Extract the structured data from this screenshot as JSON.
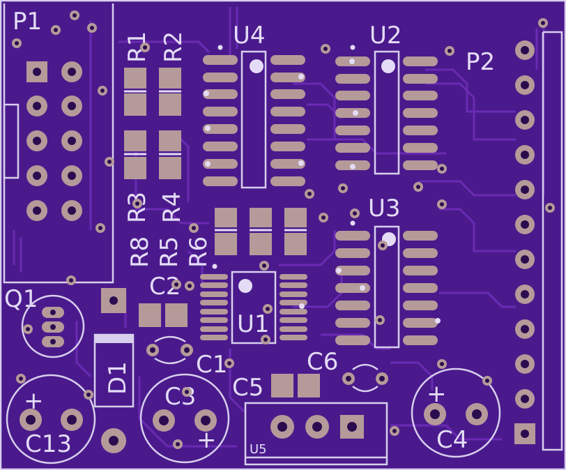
{
  "board": {
    "background": "#4a1a8c",
    "trace_color": "#6a2bb3",
    "silk_color": "#d8cfee",
    "pad_color": "#b59a9a"
  },
  "labels": {
    "P1": "P1",
    "P2": "P2",
    "U1": "U1",
    "U2": "U2",
    "U3": "U3",
    "U4": "U4",
    "U5": "U5",
    "R1": "R1",
    "R2": "R2",
    "R3": "R3",
    "R4": "R4",
    "R5": "R5",
    "R6": "R6",
    "R8": "R8",
    "C1": "C1",
    "C2": "C2",
    "C3": "C3",
    "C4": "C4",
    "C5": "C5",
    "C6": "C6",
    "C13": "C13",
    "Q1": "Q1",
    "D1": "D1",
    "plus": "+"
  }
}
